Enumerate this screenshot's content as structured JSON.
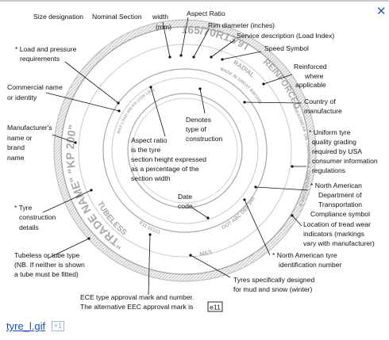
{
  "close_icon_glyph": "✕",
  "footer": {
    "filename": "tyre_l.gif",
    "badge": "+1"
  },
  "tyre": {
    "size_text": "165/70R13",
    "service_text": "79T",
    "reinforced": "REINFORCED",
    "radial": "RADIAL",
    "made_in": "MADE IN GREAT BRITAIN",
    "trade_name": "\"TRADE NAME\" \"KP 200\"",
    "tubeless": "TUBELESS",
    "ms": "M&S",
    "dot_code": "DOT ABC DEF 345",
    "ece_mark": "E11 02123",
    "tread_wear": "TREADWEAR 160 TRACTION A TEMPERATURE B",
    "max_load": "MAX LOAD 500 KG (1100 LBS)"
  },
  "labels": {
    "size_designation": "Size designation",
    "nominal_section_width_1": "Nominal Section",
    "nominal_section_width_2": "width",
    "nominal_section_width_3": "(mm)",
    "aspect_ratio": "Aspect Ratio",
    "rim_diameter": "Rim diameter (inches)",
    "service_description": "Service description (Load Index)",
    "speed_symbol": "Speed Symbol",
    "load_pressure_1": "* Load and pressure",
    "load_pressure_2": "requirements",
    "reinforced_1": "Reinforced",
    "reinforced_2": "where",
    "reinforced_3": "applicable",
    "commercial_1": "Commercial name",
    "commercial_2": "or identity",
    "country_1": "Country of",
    "country_2": "manufacture",
    "denotes_1": "Denotes",
    "denotes_2": "type of",
    "denotes_3": "construction",
    "manufacturer_1": "Manufacturer's",
    "manufacturer_2": "name or",
    "manufacturer_3": "brand",
    "manufacturer_4": "name",
    "aspect_desc_1": "Aspect ratio",
    "aspect_desc_2": "is the tyre",
    "aspect_desc_3": "section height expressed",
    "aspect_desc_4": "as a percentage of the",
    "aspect_desc_5": "section width",
    "uniform_1": "* Uniform tyre",
    "uniform_2": "quality grading",
    "uniform_3": "required by USA",
    "uniform_4": "consumer information",
    "uniform_5": "regulations",
    "na_dept_1": "* North American",
    "na_dept_2": "Department of",
    "na_dept_3": "Transportation",
    "na_dept_4": "Compliance symbol",
    "date_code_1": "Date",
    "date_code_2": "code",
    "construction_1": "* Tyre",
    "construction_2": "construction",
    "construction_3": "details",
    "tread_indicator_1": "Location of tread wear",
    "tread_indicator_2": "indicators (markings",
    "tread_indicator_3": "vary with manufacturer)",
    "tubeless_1": "Tubeless or tube type",
    "tubeless_2": "(NB. If neither is shown",
    "tubeless_3": "a tube must be fitted)",
    "na_id": "* North American tyre",
    "na_id_2": "identification number",
    "snow_1": "Tyres specifically designed",
    "snow_2": "for mud and snow (winter)",
    "ece_1": "ECE type approval mark and number.",
    "ece_2": "The alternative EEC approval mark is",
    "ece_box": "e11"
  }
}
